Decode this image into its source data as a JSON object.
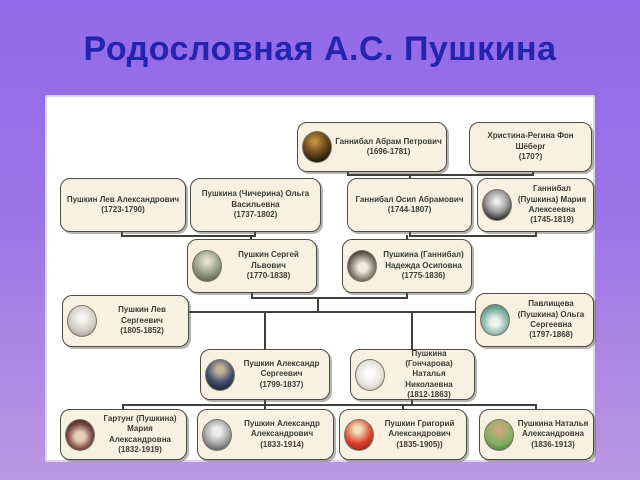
{
  "slide": {
    "title": "Родословная А.С. Пушкина"
  },
  "colors": {
    "background_top": "#9269ea",
    "background_bottom": "#bb97e2",
    "title_text": "#2424ad",
    "panel_bg": "#ffffff",
    "node_fill": "#f8f1e1",
    "node_border": "#4c4c46",
    "connector": "#3f3f3a"
  },
  "tree": {
    "people": [
      {
        "name": "Ганнибал Абрам Петрович",
        "dates": "(1696-1781)",
        "portrait_style": "background: radial-gradient(circle at 42% 32%, #d09a48 0%, #7a5423 38%, #241808 78%)"
      },
      {
        "name": "Христина-Регина Фон Шёберг",
        "dates": "(170?)"
      },
      {
        "name": "Пушкин Лев Александрович",
        "dates": "(1723-1790)"
      },
      {
        "name": "Пушкина (Чичерина) Ольга Васильевна",
        "dates": "(1737-1802)"
      },
      {
        "name": "Ганнибал Осип Абрамович",
        "dates": "(1744-1807)"
      },
      {
        "name": "Ганнибал (Пушкина) Мария Алексеевна",
        "dates": "(1745-1819)",
        "portrait_style": "background: radial-gradient(circle at 50% 38%, #ececec 8%, #9e9e9e 45%, #262626 82%)"
      },
      {
        "name": "Пушкин Сергей Львович",
        "dates": "(1770-1838)",
        "portrait_style": "background: radial-gradient(circle at 50% 35%, #e3dfcd 10%, #98a089 50%, #5a6150 85%)"
      },
      {
        "name": "Пушкина (Ганнибал) Надежда Осиповна",
        "dates": "(1775-1836)",
        "portrait_style": "background: radial-gradient(circle at 52% 55%, #efe9df 20%, #8d8275 52%, #2a2622 84%)"
      },
      {
        "name": "Пушкин Лев Сергеевич",
        "dates": "(1805-1852)",
        "portrait_style": "background: radial-gradient(circle at 50% 40%, #f4f2ee 15%, #cfcbc2 58%, #918d85 92%)"
      },
      {
        "name": "Павлищева (Пушкина) Ольга Сергеевна",
        "dates": "(1797-1868)",
        "portrait_style": "background: radial-gradient(circle at 50% 58%, #eef3ee 18%, #86b5a9 55%, #4e7e76 86%)"
      },
      {
        "name": "Пушкин Александр Сергеевич",
        "dates": "(1799-1837)",
        "portrait_style": "background: radial-gradient(circle at 50% 32%, #c4b294 14%, #41506e 52%, #1c2336 86%)"
      },
      {
        "name": "Пушкина (Гончарова) Наталья Николаевна",
        "dates": "(1812-1863)",
        "portrait_style": "background: radial-gradient(circle at 50% 45%, #ffffff 12%, #e6e2da 58%, #b5afa4 92%)"
      },
      {
        "name": "Гартунг (Пушкина) Мария Александровна",
        "dates": "(1832-1919)",
        "portrait_style": "background: radial-gradient(circle at 50% 55%, #e7cdbb 22%, #80504a 55%, #33201e 85%)"
      },
      {
        "name": "Пушкин Александр Александрович",
        "dates": "(1833-1914)",
        "portrait_style": "background: radial-gradient(circle at 50% 38%, #ededed 16%, #a2a2a2 55%, #4d4d4d 90%)"
      },
      {
        "name": "Пушкин Григорий Александрович",
        "dates": "(1835-1905))",
        "portrait_style": "background: radial-gradient(circle at 45% 32%, #f1e2bd 12%, #d8432c 55%, #9e1f12 86%)"
      },
      {
        "name": "Пушкина Наталья Александровна",
        "dates": "(1836-1913)",
        "portrait_style": "background: radial-gradient(circle at 50% 32%, #caa87d 12%, #83b062 58%, #4c7a39 90%)"
      }
    ]
  }
}
